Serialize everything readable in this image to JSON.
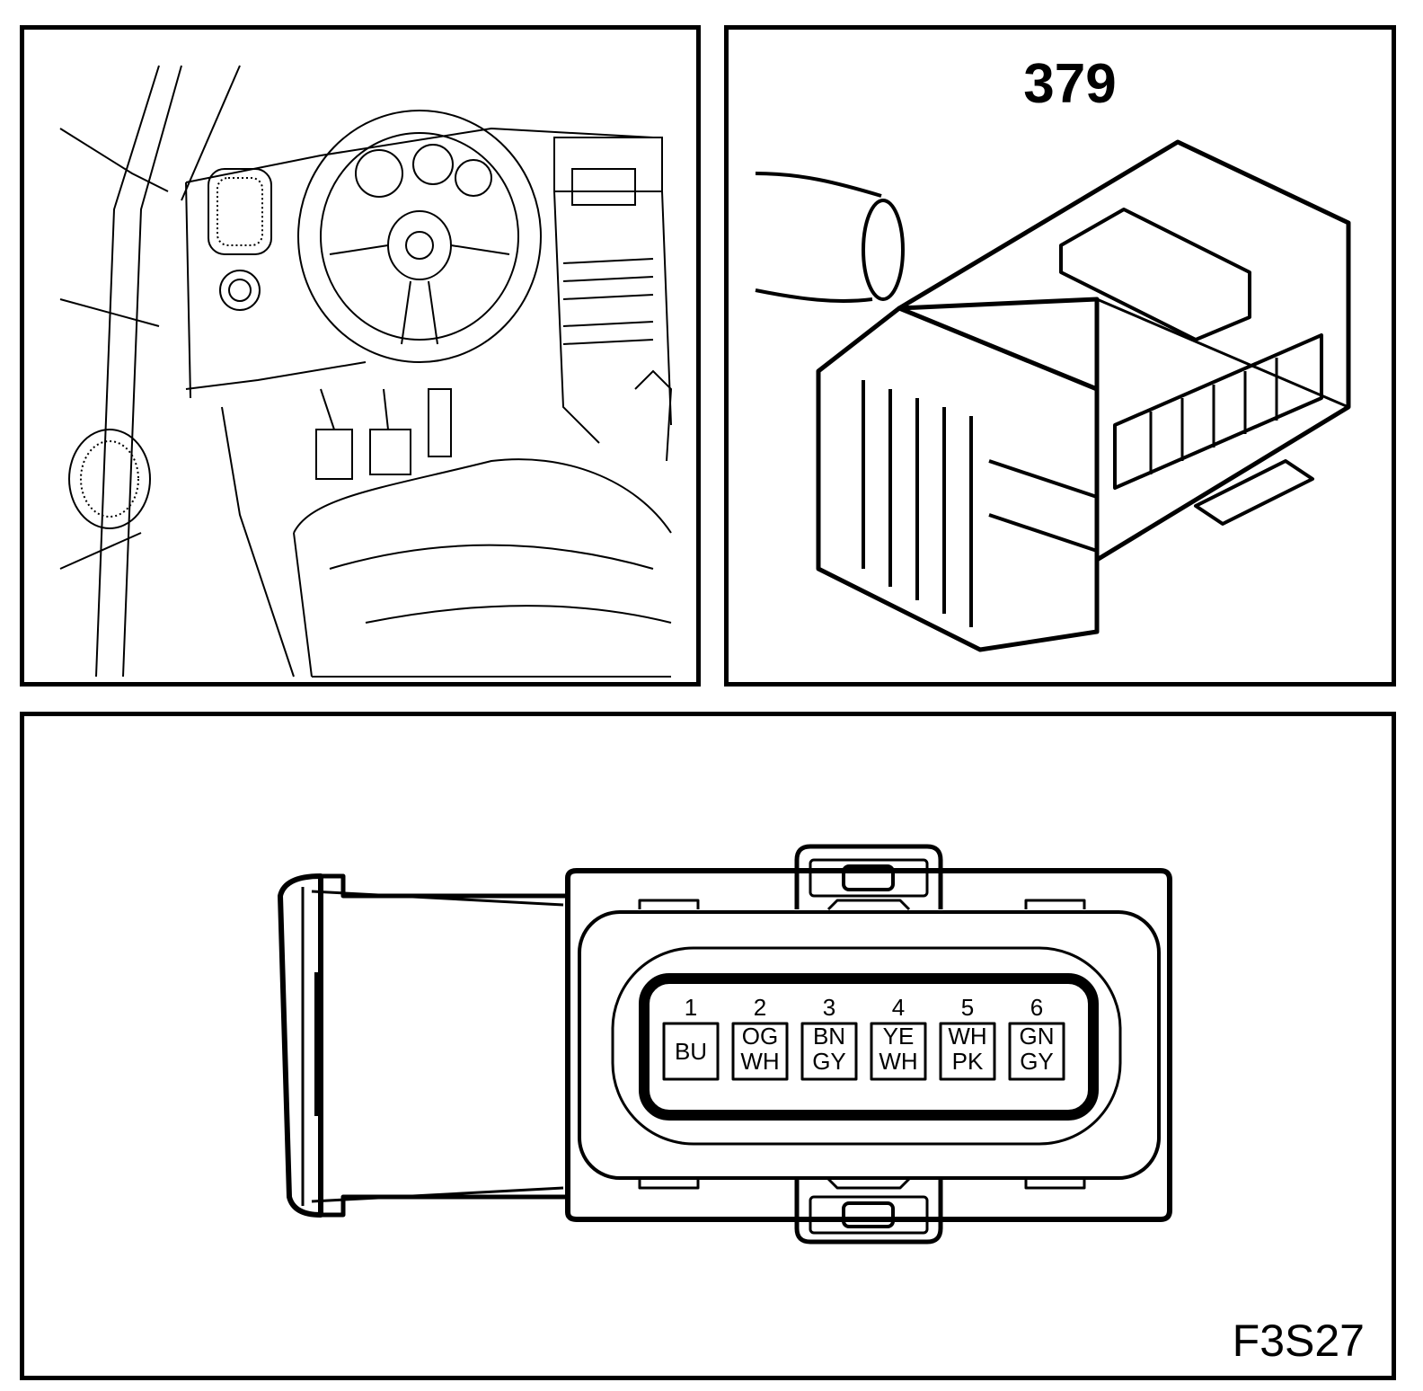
{
  "connector_number": "379",
  "figure_code": "F3S27",
  "pins": [
    {
      "number": "1",
      "wire": [
        "BU"
      ]
    },
    {
      "number": "2",
      "wire": [
        "OG",
        "WH"
      ]
    },
    {
      "number": "3",
      "wire": [
        "BN",
        "GY"
      ]
    },
    {
      "number": "4",
      "wire": [
        "YE",
        "WH"
      ]
    },
    {
      "number": "5",
      "wire": [
        "WH",
        "PK"
      ]
    },
    {
      "number": "6",
      "wire": [
        "GN",
        "GY"
      ]
    }
  ]
}
